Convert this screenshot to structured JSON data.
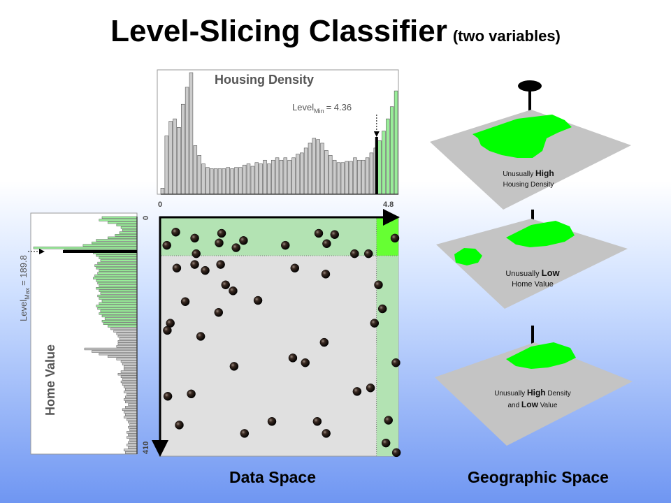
{
  "title": {
    "main": "Level-Slicing Classifier",
    "sub": "(two variables)"
  },
  "colors": {
    "highlight_green": "#99ee99",
    "bright_green": "#00ff00",
    "zone_green": "#b3e3b3",
    "corner_green": "#66ff33",
    "plot_bg": "#e0e0e0",
    "hist_gray": "#cccccc",
    "layer_gray": "#c4c4c4"
  },
  "housing_density": {
    "title": "Housing Density",
    "level_label": "Level",
    "level_subscript": "Min",
    "level_value": "= 4.36",
    "axis_min": "0",
    "axis_max": "4.8",
    "threshold": 4.36,
    "range": [
      0,
      4.8
    ],
    "bins": [
      5,
      48,
      60,
      62,
      55,
      74,
      88,
      100,
      40,
      32,
      25,
      22,
      21,
      21,
      21,
      21,
      22,
      21,
      22,
      22,
      24,
      25,
      23,
      26,
      25,
      28,
      25,
      28,
      30,
      28,
      30,
      28,
      30,
      33,
      34,
      38,
      42,
      46,
      45,
      42,
      36,
      32,
      28,
      26,
      26,
      27,
      27,
      30,
      28,
      28,
      30,
      34,
      38,
      44,
      52,
      62,
      72,
      85
    ]
  },
  "home_value": {
    "title": "Home Value",
    "level_label": "Level",
    "level_subscript": "Max",
    "level_value": "= 189.8",
    "axis_min": "0",
    "axis_max": "410",
    "threshold": 189.8,
    "range": [
      0,
      410
    ],
    "bins": [
      48,
      52,
      40,
      28,
      22,
      20,
      24,
      30,
      40,
      56,
      62,
      74,
      142,
      100,
      60,
      56,
      52,
      50,
      54,
      58,
      56,
      52,
      54,
      58,
      60,
      56,
      54,
      52,
      56,
      52,
      50,
      54,
      52,
      48,
      52,
      56,
      54,
      50,
      52,
      48,
      44,
      48,
      46,
      40,
      36,
      32,
      28,
      26,
      24,
      26,
      26,
      28,
      72,
      62,
      52,
      40,
      28,
      22,
      20,
      18,
      18,
      22,
      26,
      22,
      20,
      22,
      20,
      18,
      16,
      18,
      14,
      16,
      18,
      16,
      12,
      16,
      20,
      18,
      16,
      18,
      14,
      12,
      10,
      12,
      10,
      14,
      12,
      14,
      10,
      12,
      14,
      12,
      18,
      16
    ]
  },
  "data_space": {
    "caption": "Data Space",
    "points": [
      [
        0.33,
        0.065
      ],
      [
        1.25,
        0.07
      ],
      [
        1.69,
        0.1
      ],
      [
        3.2,
        0.07
      ],
      [
        3.52,
        0.075
      ],
      [
        3.36,
        0.113
      ],
      [
        2.53,
        0.12
      ],
      [
        0.71,
        0.09
      ],
      [
        1.54,
        0.13
      ],
      [
        1.2,
        0.11
      ],
      [
        0.15,
        0.12
      ],
      [
        0.74,
        0.155
      ],
      [
        3.92,
        0.155
      ],
      [
        4.2,
        0.155
      ],
      [
        4.73,
        0.09
      ],
      [
        2.72,
        0.215
      ],
      [
        0.35,
        0.215
      ],
      [
        0.92,
        0.225
      ],
      [
        0.71,
        0.2
      ],
      [
        1.23,
        0.2
      ],
      [
        3.34,
        0.24
      ],
      [
        1.33,
        0.285
      ],
      [
        1.48,
        0.31
      ],
      [
        1.98,
        0.35
      ],
      [
        4.4,
        0.285
      ],
      [
        4.48,
        0.385
      ],
      [
        0.52,
        0.355
      ],
      [
        1.19,
        0.4
      ],
      [
        4.32,
        0.445
      ],
      [
        0.22,
        0.445
      ],
      [
        0.16,
        0.475
      ],
      [
        0.83,
        0.5
      ],
      [
        3.31,
        0.525
      ],
      [
        2.68,
        0.59
      ],
      [
        2.93,
        0.61
      ],
      [
        1.5,
        0.625
      ],
      [
        4.75,
        0.61
      ],
      [
        4.24,
        0.715
      ],
      [
        3.97,
        0.73
      ],
      [
        0.64,
        0.74
      ],
      [
        0.17,
        0.75
      ],
      [
        0.4,
        0.87
      ],
      [
        2.26,
        0.855
      ],
      [
        3.17,
        0.855
      ],
      [
        1.71,
        0.905
      ],
      [
        3.35,
        0.905
      ],
      [
        4.6,
        0.85
      ],
      [
        4.55,
        0.945
      ],
      [
        4.76,
        0.985
      ]
    ]
  },
  "geographic_space": {
    "caption": "Geographic Space",
    "layers": [
      {
        "line1_a": "Unusually ",
        "line1_b": "High",
        "line2_a": "Housing Density",
        "line2_b": ""
      },
      {
        "line1_a": "Unusually ",
        "line1_b": "Low",
        "line2_a": "Home Value",
        "line2_b": ""
      },
      {
        "line1_a": "Unusually ",
        "line1_b": "High",
        "line1_c": " Density",
        "line2_a": "and ",
        "line2_b": "Low",
        "line2_c": " Value"
      }
    ]
  }
}
